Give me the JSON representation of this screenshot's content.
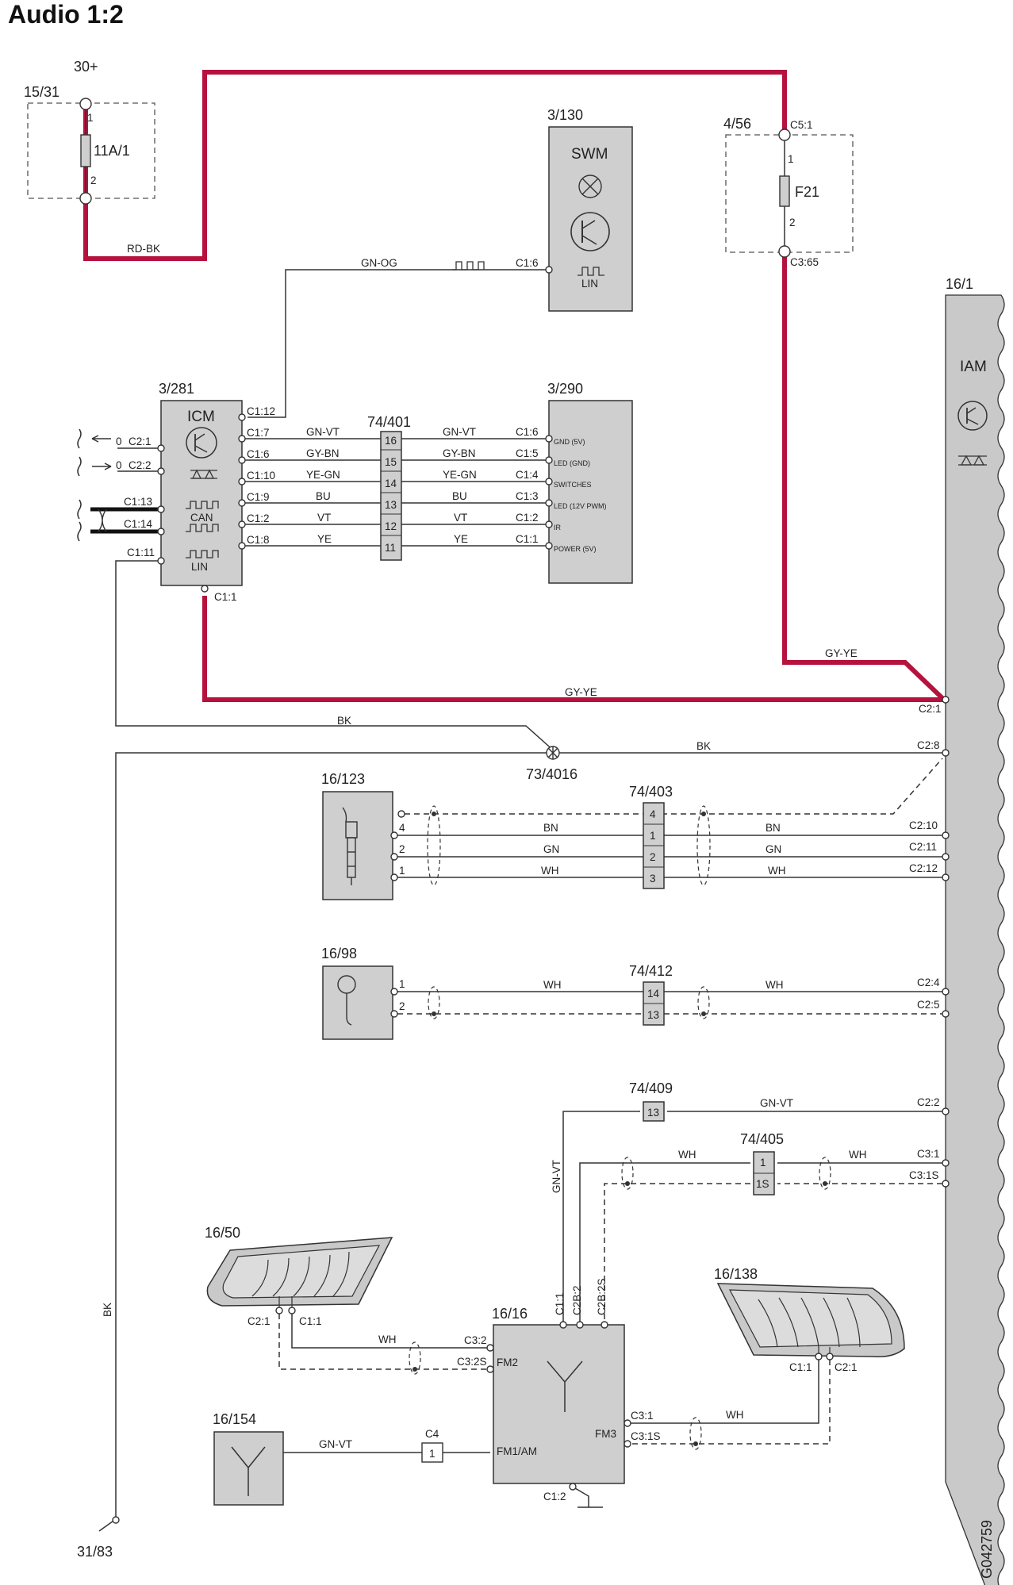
{
  "title": "Audio 1:2",
  "drawing_id": "G042759",
  "supply": "30+",
  "ground": "31/83",
  "components": {
    "c15_31": {
      "id": "15/31",
      "fuse": "11A/1",
      "pin1": "1",
      "pin2": "2"
    },
    "c4_56": {
      "id": "4/56",
      "fuse": "F21",
      "pin_top": "C5:1",
      "pin_bot": "C3:65",
      "pin1": "1",
      "pin2": "2"
    },
    "swm": {
      "id": "3/130",
      "name": "SWM",
      "pin": "C1:6",
      "lin": "LIN"
    },
    "icm": {
      "id": "3/281",
      "name": "ICM",
      "can": "CAN",
      "lin": "LIN",
      "pins_right": [
        "C1:12",
        "C1:7",
        "C1:6",
        "C1:10",
        "C1:9",
        "C1:2",
        "C1:8"
      ],
      "pins_left": [
        "C2:1",
        "C2:2",
        "C1:13",
        "C1:14",
        "C1:11"
      ],
      "pin_bottom": "C1:1",
      "arrow0": "0"
    },
    "c3_290": {
      "id": "3/290",
      "pins": [
        "C1:6",
        "C1:5",
        "C1:4",
        "C1:3",
        "C1:2",
        "C1:1"
      ],
      "funcs": [
        "GND (5V)",
        "LED (GND)",
        "SWITCHES",
        "LED (12V PWM)",
        "IR",
        "POWER (5V)"
      ]
    },
    "iam": {
      "id": "16/1",
      "name": "IAM",
      "pins": [
        "C2:1",
        "C2:8",
        "C2:10",
        "C2:11",
        "C2:12",
        "C2:4",
        "C2:5",
        "C2:2",
        "C3:1",
        "C3:1S"
      ]
    },
    "splice_73": {
      "id": "73/4016"
    },
    "c16_123": {
      "id": "16/123",
      "pins": [
        "4",
        "2",
        "1"
      ]
    },
    "c16_98": {
      "id": "16/98",
      "pins": [
        "1",
        "2"
      ]
    },
    "c16_50": {
      "id": "16/50",
      "pins": [
        "C2:1",
        "C1:1"
      ]
    },
    "c16_138": {
      "id": "16/138",
      "pins": [
        "C1:1",
        "C2:1"
      ]
    },
    "c16_154": {
      "id": "16/154"
    },
    "c16_16": {
      "id": "16/16",
      "top_pins": [
        "C1:1",
        "C2B:2",
        "C2B:2S"
      ],
      "left_pins": [
        "C3:2",
        "C3:2S"
      ],
      "fm2": "FM2",
      "fm1": "FM1/AM",
      "fm3": "FM3",
      "right_pins": [
        "C3:1",
        "C3:1S"
      ],
      "bottom_pin": "C1:2"
    },
    "c4": {
      "id": "C4",
      "pin": "1"
    }
  },
  "connectors": {
    "k74_401": {
      "id": "74/401",
      "pins": [
        "16",
        "15",
        "14",
        "13",
        "12",
        "11"
      ]
    },
    "k74_403": {
      "id": "74/403",
      "pins": [
        "4",
        "1",
        "2",
        "3"
      ]
    },
    "k74_412": {
      "id": "74/412",
      "pins": [
        "14",
        "13"
      ]
    },
    "k74_409": {
      "id": "74/409",
      "pin": "13"
    },
    "k74_405": {
      "id": "74/405",
      "pins": [
        "1",
        "1S"
      ]
    }
  },
  "wires": {
    "rd_bk": "RD-BK",
    "gn_og": "GN-OG",
    "gy_ye": "GY-YE",
    "bk": "BK",
    "icm_harness": [
      "GN-VT",
      "GY-BN",
      "YE-GN",
      "BU",
      "VT",
      "YE"
    ],
    "mic_harness": [
      "BN",
      "GN",
      "WH"
    ],
    "wh": "WH",
    "gn_vt": "GN-VT"
  }
}
